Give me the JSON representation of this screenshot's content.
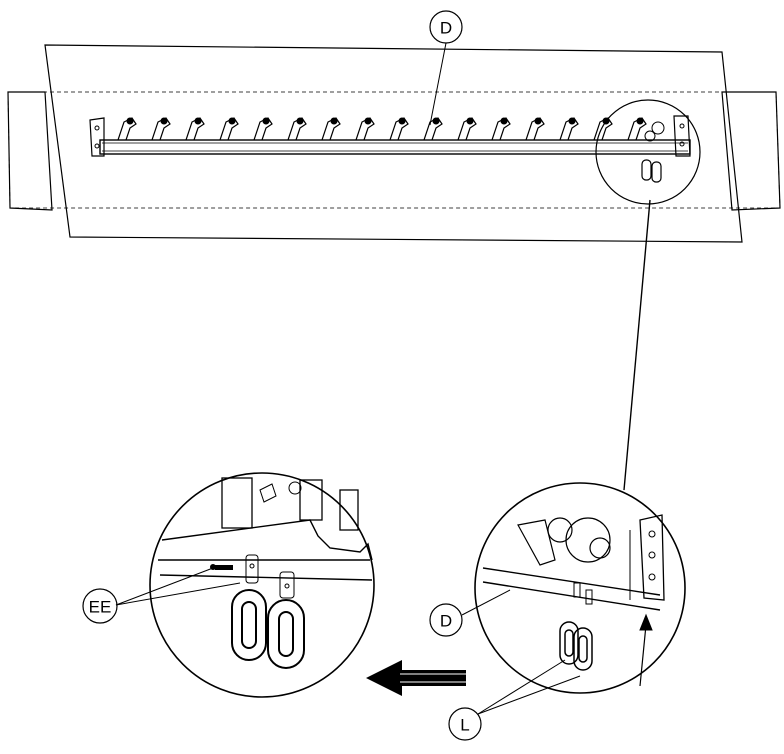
{
  "callouts": {
    "top_rail": "D",
    "detail_rail": "D",
    "hooks": "L",
    "screws": "EE"
  },
  "hanger_count": 16,
  "icons": [
    "curtain-rail",
    "rail-hanger",
    "end-bracket",
    "hook-ring",
    "screw",
    "direction-arrow",
    "magnify-circle"
  ]
}
